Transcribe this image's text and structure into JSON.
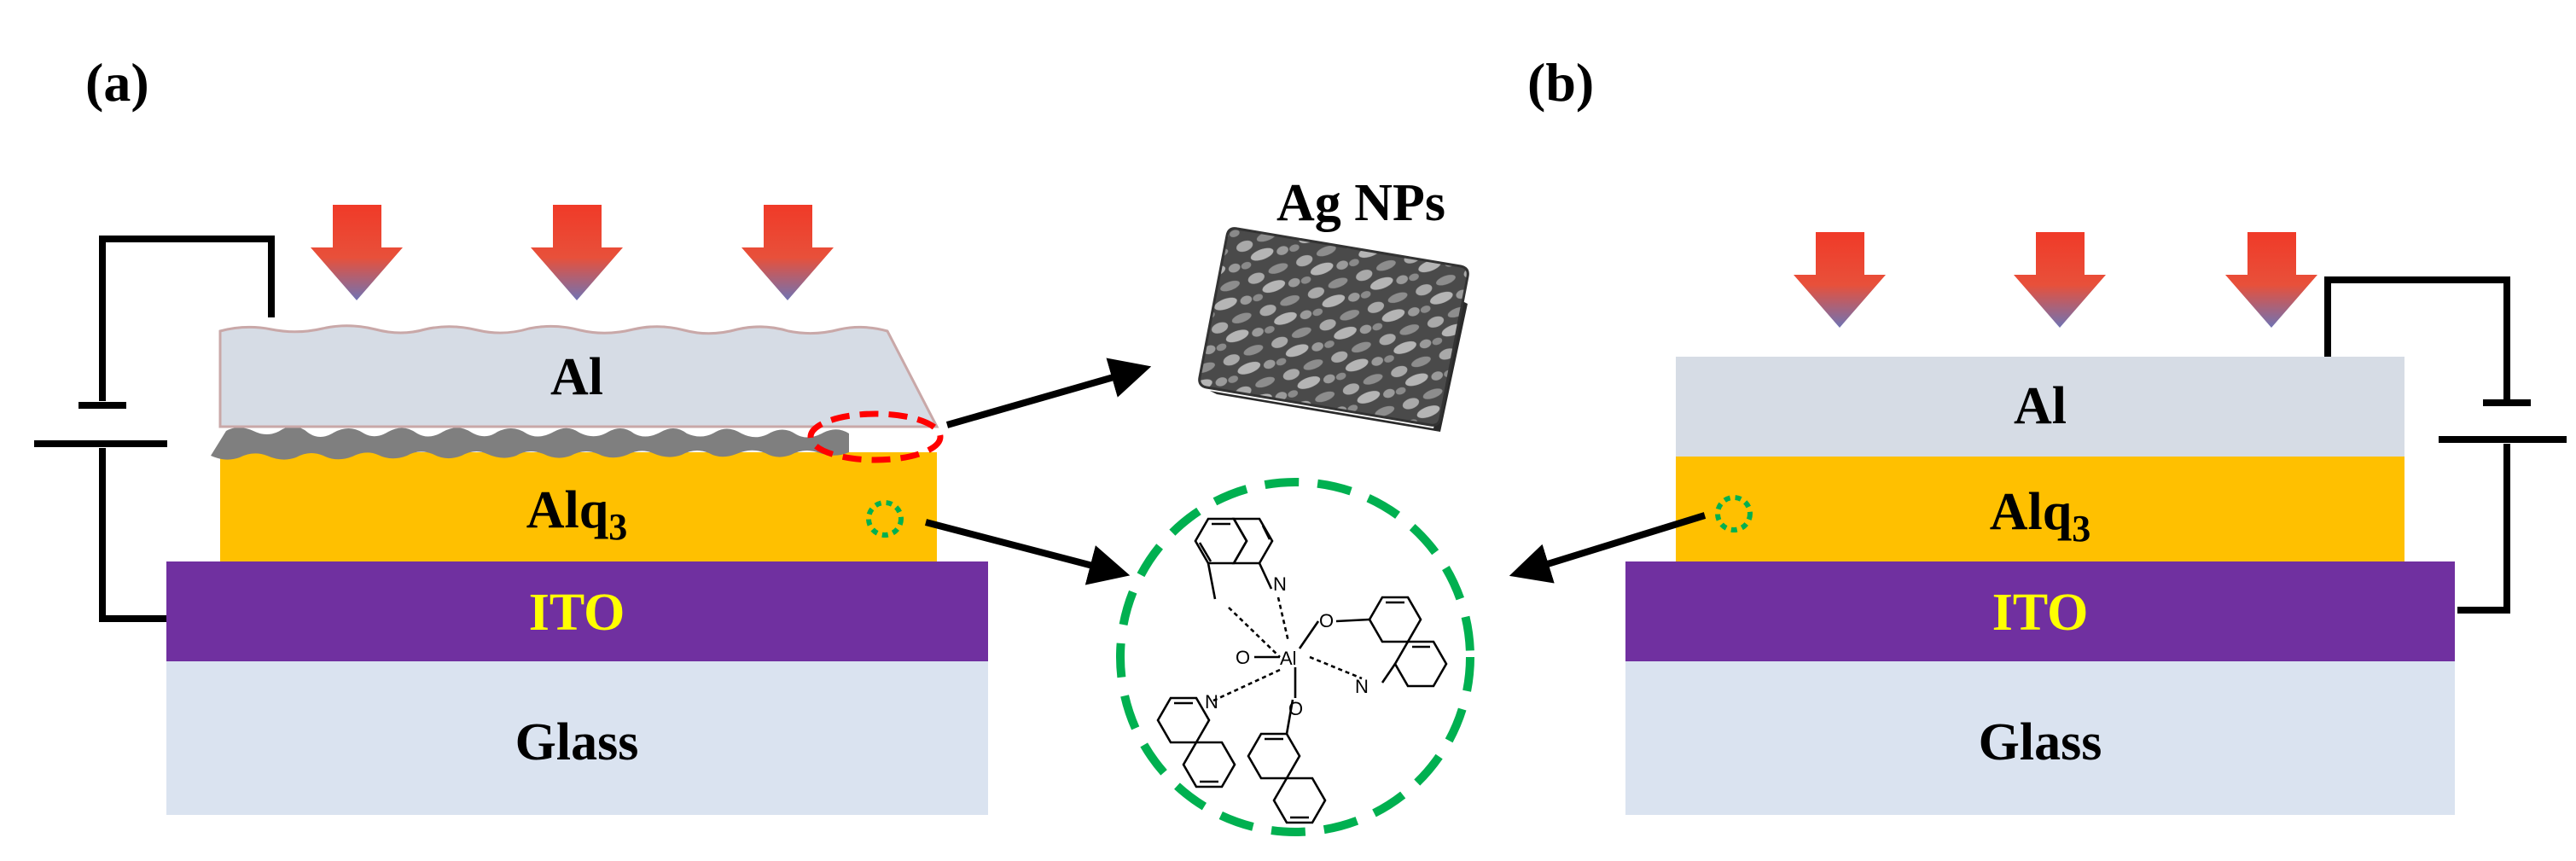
{
  "panels": {
    "a": {
      "label": "(a)"
    },
    "b": {
      "label": "(b)"
    }
  },
  "layers": {
    "al": "Al",
    "alq3_main": "Alq",
    "alq3_sub": "3",
    "ito": "ITO",
    "glass": "Glass"
  },
  "inset": {
    "nanoparticles_label": "Ag NPs"
  },
  "molecule": {
    "atoms": {
      "n": "N",
      "o": "O",
      "al": "Al"
    }
  },
  "colors": {
    "al_layer": "#d6dce5",
    "alq3_layer": "#ffc000",
    "ito_layer": "#7030a0",
    "ito_text": "#ffff00",
    "glass_layer": "#dae3f0",
    "ag_np_layer": "#7f7f7f",
    "arrow_top": "#e8392a",
    "arrow_bottom": "#7d6da8",
    "red_marker": "#ff0000",
    "green_marker": "#00b050"
  }
}
